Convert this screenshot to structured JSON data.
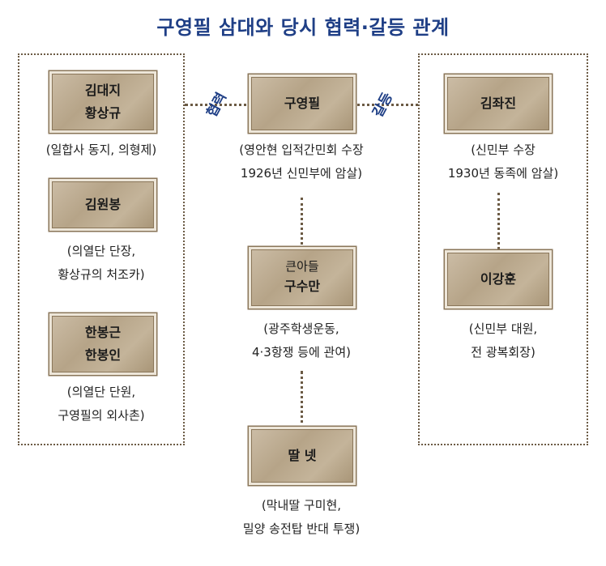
{
  "title": "구영필 삼대와 당시 협력·갈등 관계",
  "relations": {
    "cooperation": "협력",
    "conflict": "갈등"
  },
  "left_group": [
    {
      "names": [
        "김대지",
        "황상규"
      ],
      "desc": [
        "(일합사 동지, 의형제)"
      ]
    },
    {
      "names": [
        "김원봉"
      ],
      "desc": [
        "(의열단 단장,",
        "황상규의 처조카)"
      ]
    },
    {
      "names": [
        "한봉근",
        "한봉인"
      ],
      "desc": [
        "(의열단 단원,",
        "구영필의 외사촌)"
      ]
    }
  ],
  "center": [
    {
      "label": "",
      "names": [
        "구영필"
      ],
      "desc": [
        "(영안현 입적간민회 수장",
        "1926년 신민부에 암살)"
      ]
    },
    {
      "label": "큰아들",
      "names": [
        "구수만"
      ],
      "desc": [
        "(광주학생운동,",
        "4·3항쟁 등에 관여)"
      ]
    },
    {
      "label": "",
      "names": [
        "딸 넷"
      ],
      "desc": [
        "(막내딸 구미현,",
        "밀양 송전탑 반대 투쟁)"
      ]
    }
  ],
  "right_group": [
    {
      "names": [
        "김좌진"
      ],
      "desc": [
        "(신민부 수장",
        "1930년 동족에 암살)"
      ]
    },
    {
      "names": [
        "이강훈"
      ],
      "desc": [
        "(신민부 대원,",
        "전 광복회장)"
      ]
    }
  ]
}
